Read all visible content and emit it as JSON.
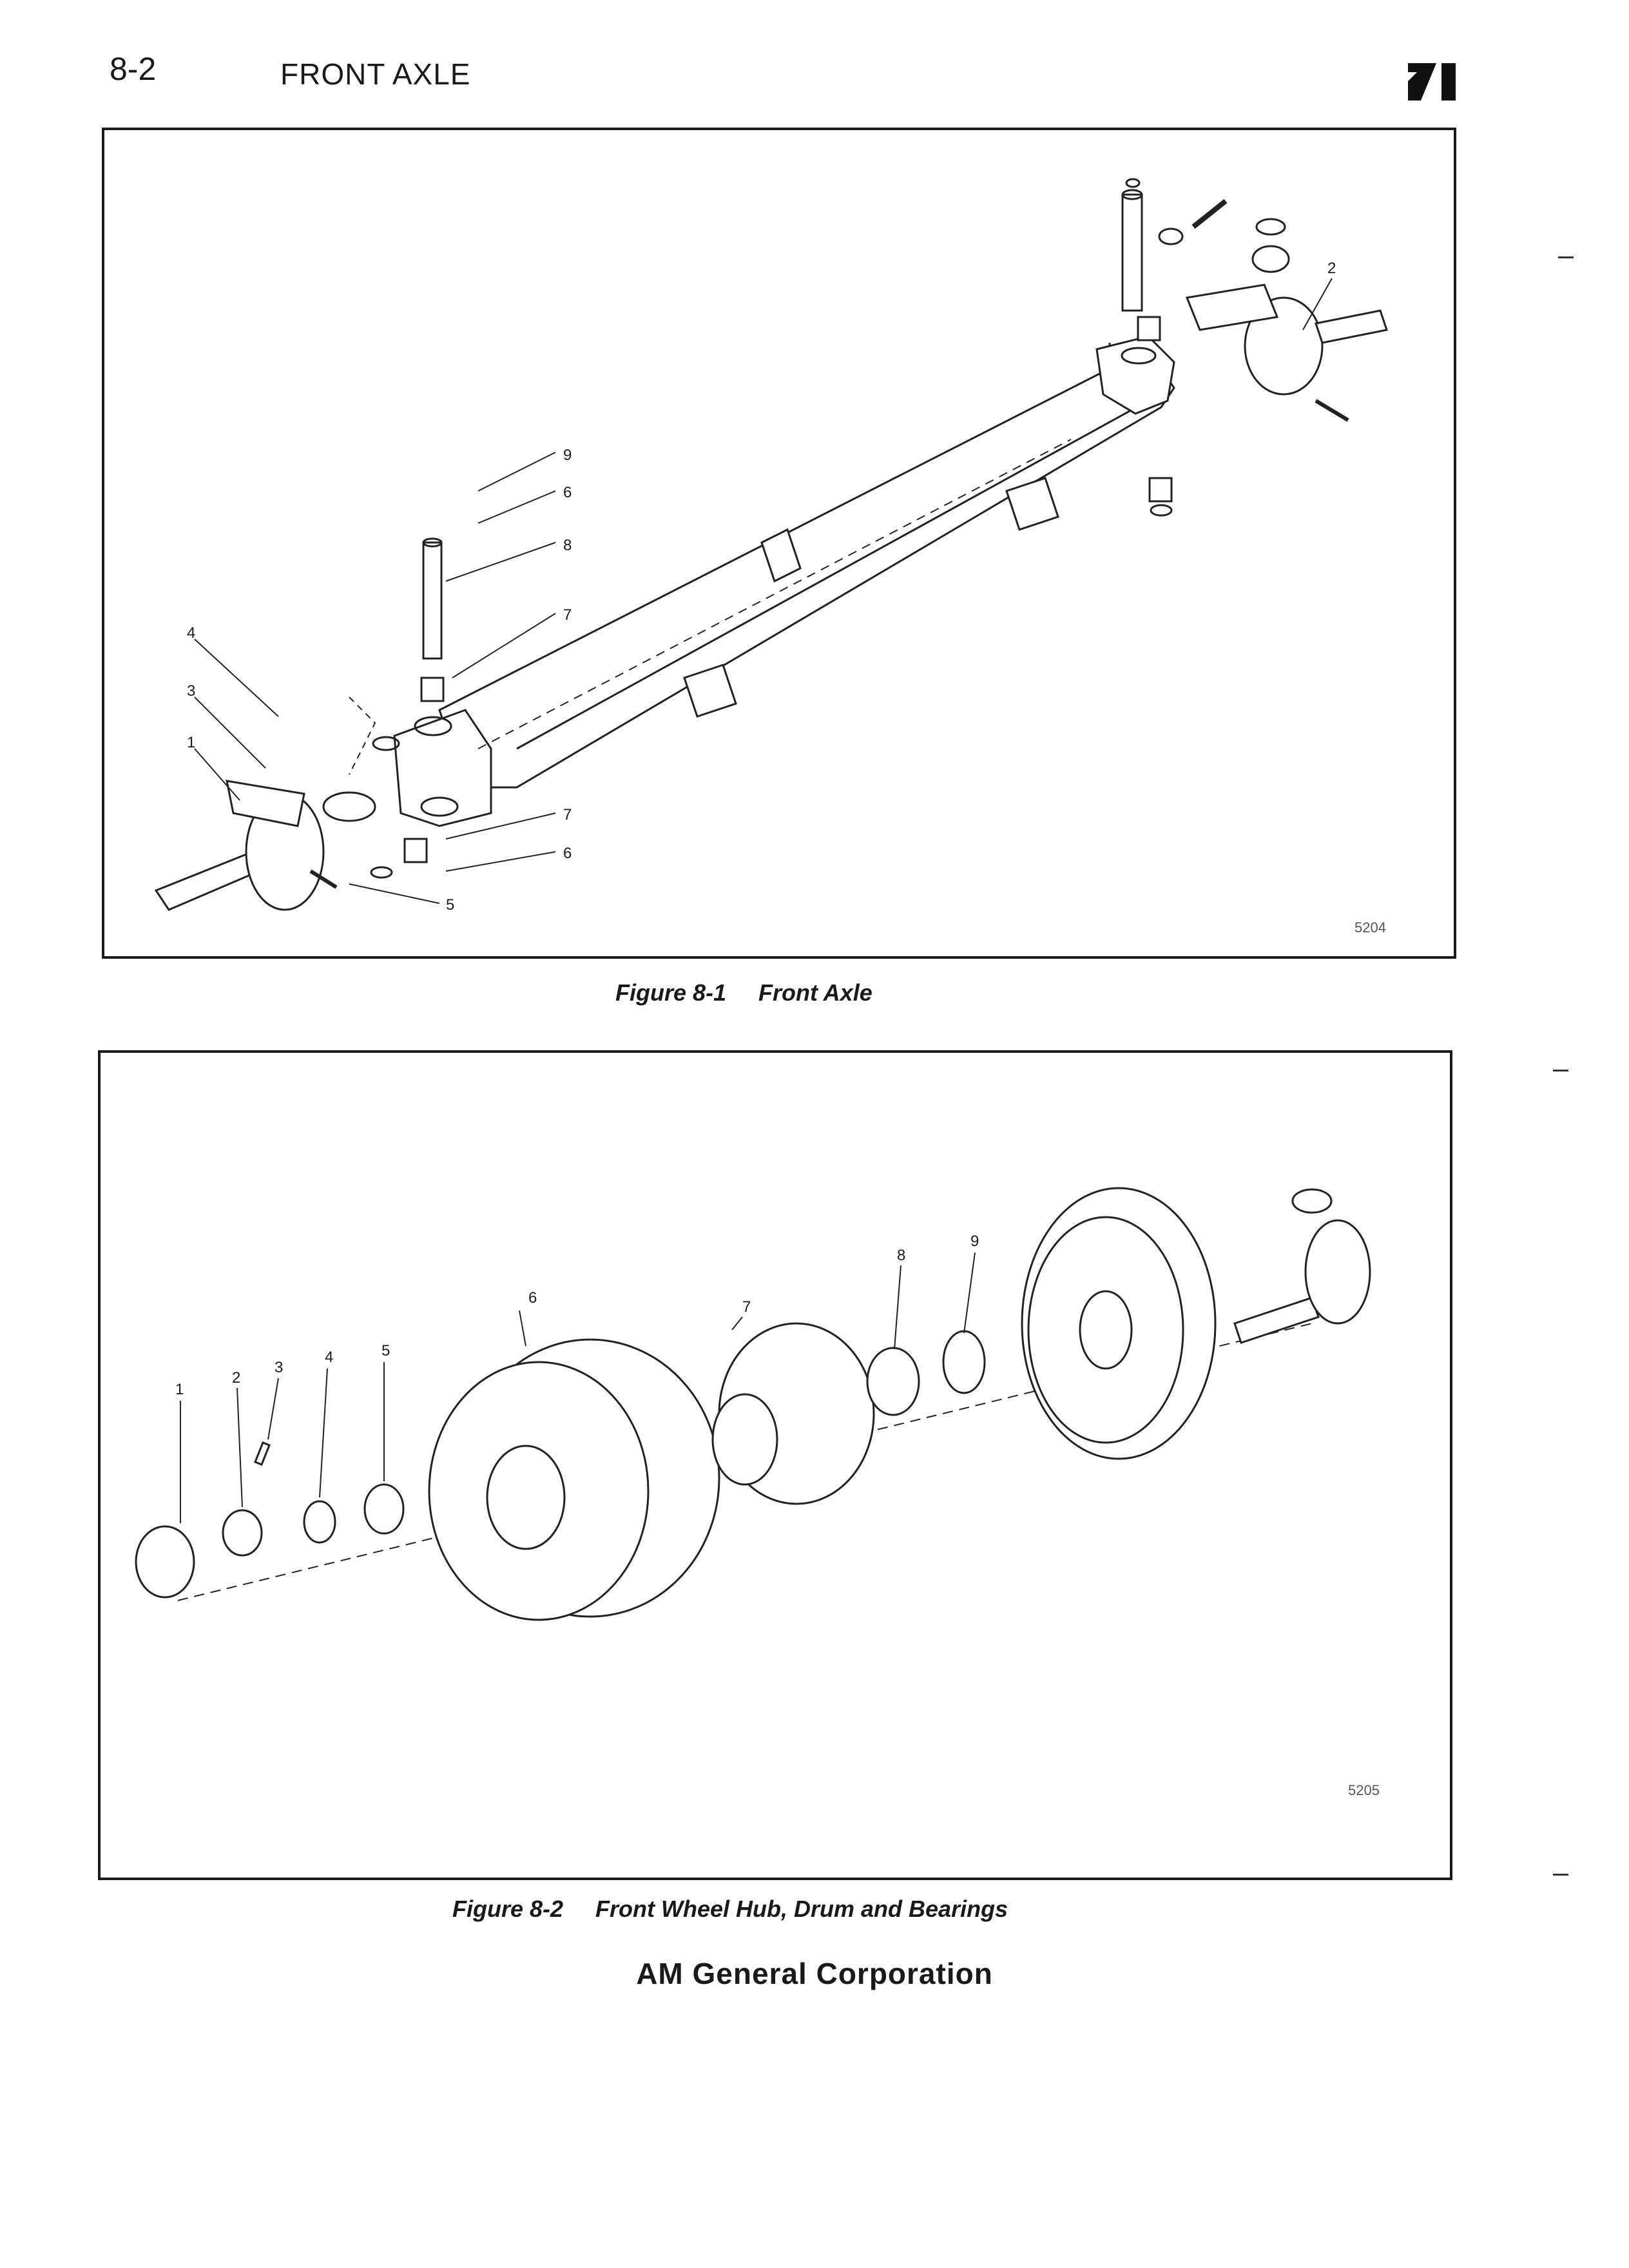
{
  "header": {
    "page_number": "8-2",
    "section_title": "FRONT AXLE"
  },
  "figure1": {
    "ref_number": "5204",
    "caption_number": "Figure 8-1",
    "caption_text": "Front Axle",
    "callouts": [
      "9",
      "6",
      "8",
      "7",
      "4",
      "3",
      "1",
      "7",
      "6",
      "5",
      "2"
    ]
  },
  "figure2": {
    "ref_number": "5205",
    "caption_number": "Figure 8-2",
    "caption_text": "Front Wheel Hub, Drum and Bearings",
    "callouts": [
      "1",
      "2",
      "3",
      "4",
      "5",
      "6",
      "7",
      "8",
      "9"
    ]
  },
  "footer": {
    "company": "AM General Corporation"
  }
}
